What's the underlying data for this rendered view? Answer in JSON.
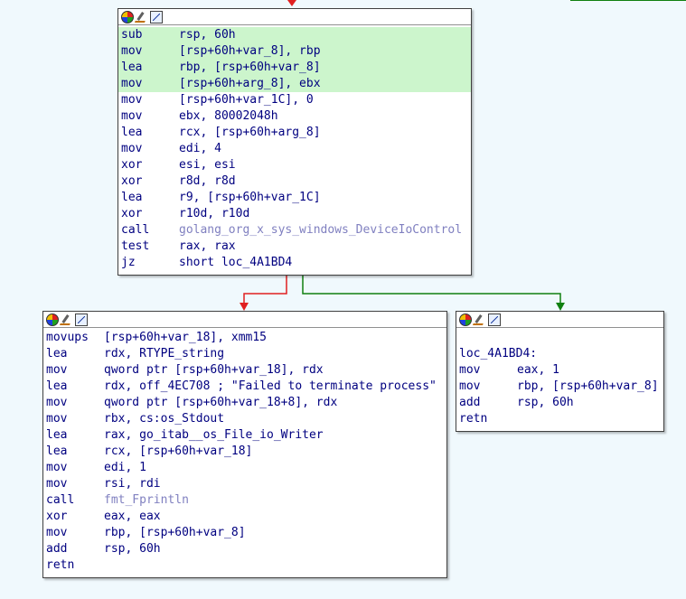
{
  "colors": {
    "background": "#f0f9fd",
    "highlight": "#ccf5cc",
    "edge_false": "#e02020",
    "edge_true": "#108010"
  },
  "toolbar_icons": [
    "color-icon",
    "rename-icon",
    "graph-icon"
  ],
  "node_top": {
    "lines": [
      {
        "m": "sub",
        "o": "rsp, 60h"
      },
      {
        "m": "mov",
        "o": "[rsp+60h+var_8], rbp"
      },
      {
        "m": "lea",
        "o": "rbp, [rsp+60h+var_8]"
      },
      {
        "m": "mov",
        "o": "[rsp+60h+arg_8], ebx"
      },
      {
        "m": "mov",
        "o": "[rsp+60h+var_1C], 0"
      },
      {
        "m": "mov",
        "o": "ebx, 80002048h"
      },
      {
        "m": "lea",
        "o": "rcx, [rsp+60h+arg_8]"
      },
      {
        "m": "mov",
        "o": "edi, 4"
      },
      {
        "m": "xor",
        "o": "esi, esi"
      },
      {
        "m": "xor",
        "o": "r8d, r8d"
      },
      {
        "m": "lea",
        "o": "r9, [rsp+60h+var_1C]"
      },
      {
        "m": "xor",
        "o": "r10d, r10d"
      },
      {
        "m": "call",
        "o": "golang_org_x_sys_windows_DeviceIoControl"
      },
      {
        "m": "test",
        "o": "rax, rax"
      },
      {
        "m": "jz",
        "o": "short loc_4A1BD4"
      }
    ]
  },
  "node_left": {
    "lines": [
      {
        "m": "movups",
        "o": "[rsp+60h+var_18], xmm15"
      },
      {
        "m": "lea",
        "o": "rdx, RTYPE_string"
      },
      {
        "m": "mov",
        "o": "qword ptr [rsp+60h+var_18], rdx"
      },
      {
        "m": "lea",
        "o": "rdx, off_4EC708 ; \"Failed to terminate process\""
      },
      {
        "m": "mov",
        "o": "qword ptr [rsp+60h+var_18+8], rdx"
      },
      {
        "m": "mov",
        "o": "rbx, cs:os_Stdout"
      },
      {
        "m": "lea",
        "o": "rax, go_itab__os_File_io_Writer"
      },
      {
        "m": "lea",
        "o": "rcx, [rsp+60h+var_18]"
      },
      {
        "m": "mov",
        "o": "edi, 1"
      },
      {
        "m": "mov",
        "o": "rsi, rdi"
      },
      {
        "m": "call",
        "o": "fmt_Fprintln"
      },
      {
        "m": "xor",
        "o": "eax, eax"
      },
      {
        "m": "mov",
        "o": "rbp, [rsp+60h+var_8]"
      },
      {
        "m": "add",
        "o": "rsp, 60h"
      },
      {
        "m": "retn",
        "o": ""
      }
    ]
  },
  "node_right": {
    "label": "loc_4A1BD4:",
    "lines": [
      {
        "m": "mov",
        "o": "eax, 1"
      },
      {
        "m": "mov",
        "o": "rbp, [rsp+60h+var_8]"
      },
      {
        "m": "add",
        "o": "rsp, 60h"
      },
      {
        "m": "retn",
        "o": ""
      }
    ]
  }
}
